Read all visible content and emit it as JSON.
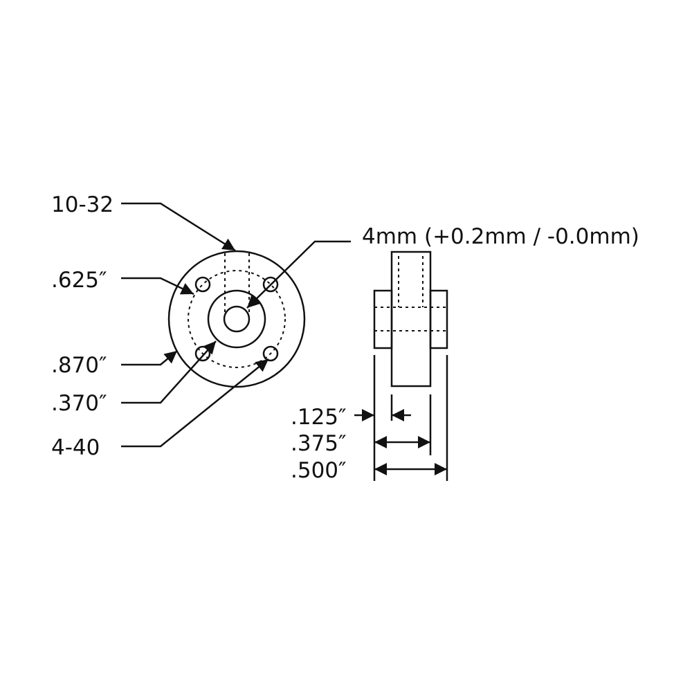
{
  "labels": {
    "thread_main": "10-32",
    "bolt_circle": ".625″",
    "outer_diameter": ".870″",
    "hub_diameter": ".370″",
    "mount_holes": "4-40",
    "bore": "4mm (+0.2mm / -0.0mm)",
    "flange_thickness": ".125″",
    "hub_length": ".375″",
    "overall_length": ".500″"
  }
}
